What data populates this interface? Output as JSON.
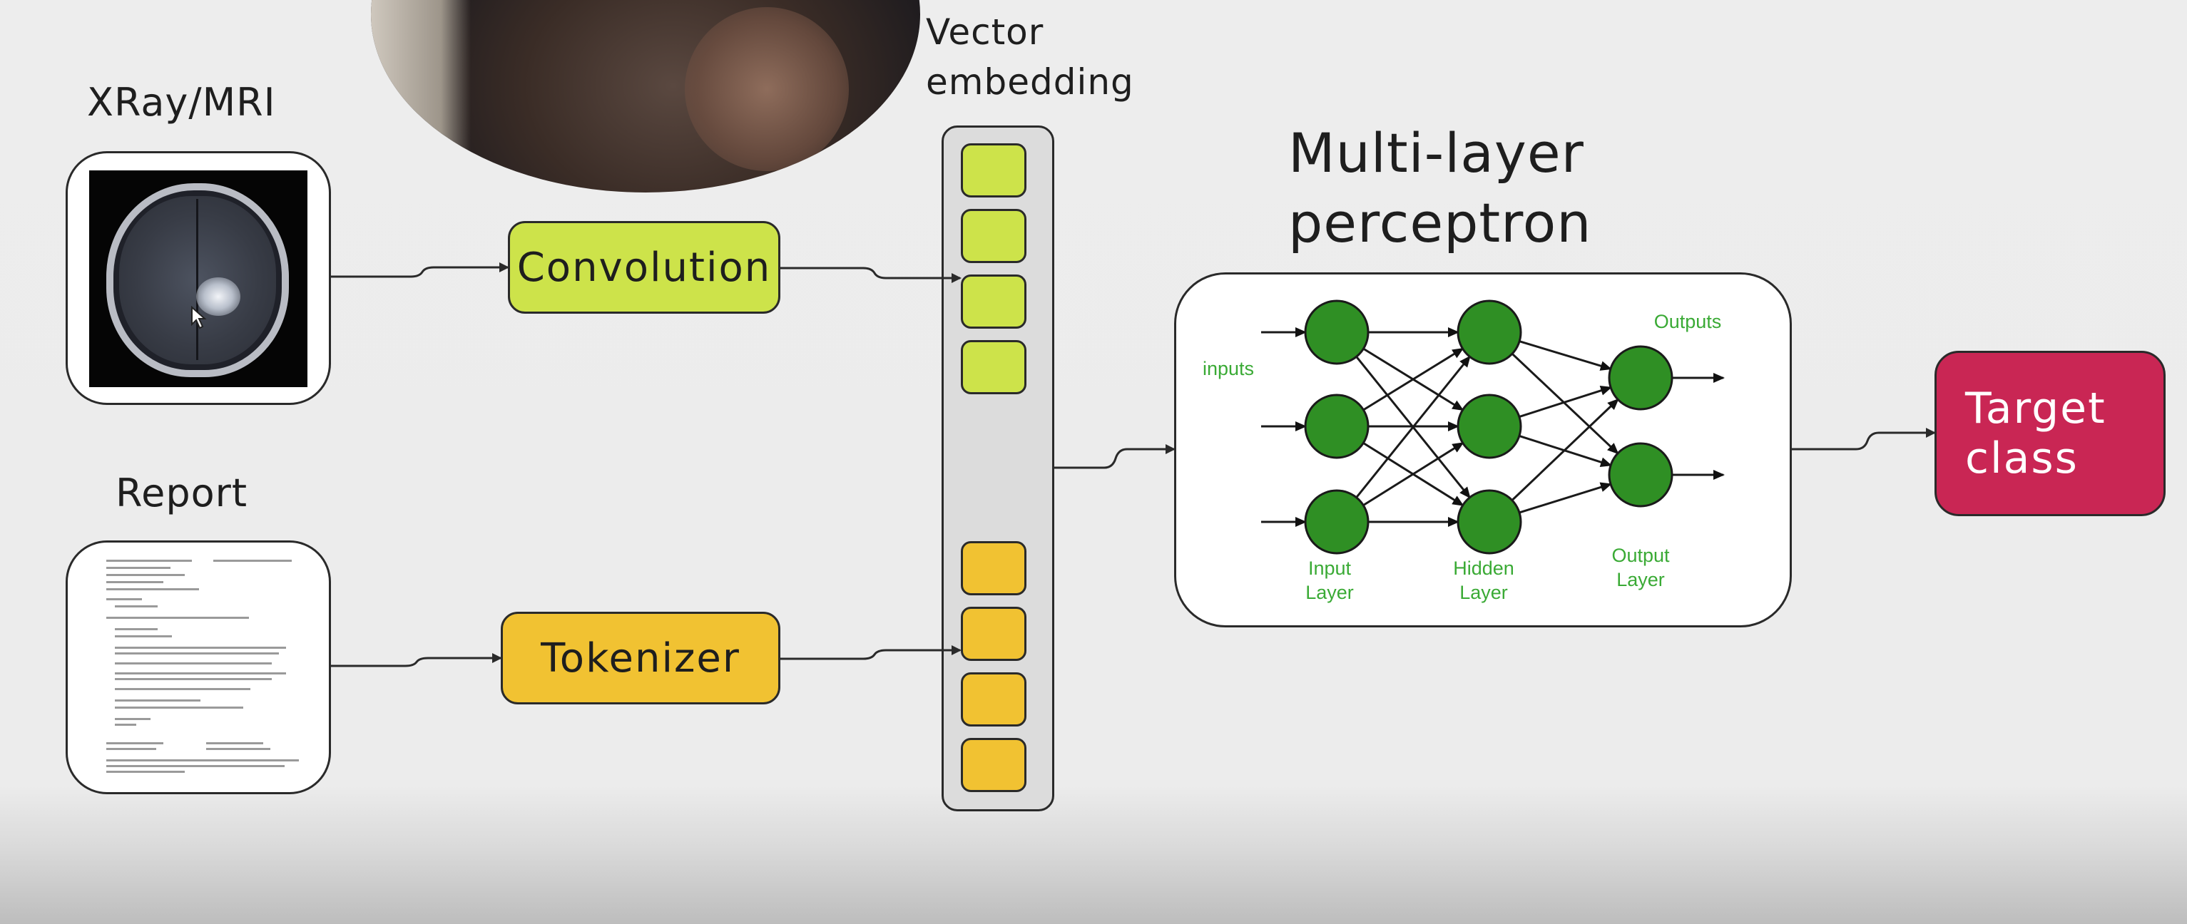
{
  "labels": {
    "xray": "XRay/MRI",
    "report": "Report",
    "vector_line1": "Vector",
    "vector_line2": "embedding",
    "mlp_line1": "Multi-layer",
    "mlp_line2": "perceptron"
  },
  "boxes": {
    "convolution": "Convolution",
    "tokenizer": "Tokenizer",
    "target_line1": "Target",
    "target_line2": "class"
  },
  "mlp_diagram": {
    "inputs": "inputs",
    "outputs": "Outputs",
    "input_layer": [
      "Input",
      "Layer"
    ],
    "hidden_layer": [
      "Hidden",
      "Layer"
    ],
    "output_layer": [
      "Output",
      "Layer"
    ]
  },
  "colors": {
    "convolution": "#cde34a",
    "tokenizer": "#f1c232",
    "target": "#c92654",
    "embedding_green": "#cde34a",
    "embedding_yellow": "#f1c232",
    "node": "#2f8f24",
    "mlp_text": "#3aaa35"
  },
  "embedding_cells": {
    "green_count": 4,
    "yellow_count": 4
  }
}
